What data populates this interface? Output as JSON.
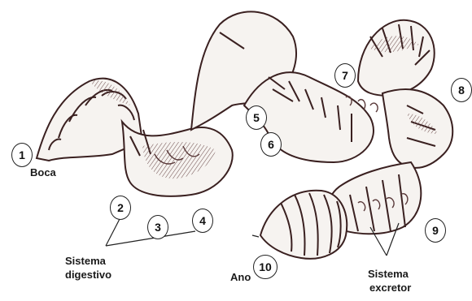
{
  "labels": {
    "boca": "Boca",
    "sistema_digestivo_1": "Sistema",
    "sistema_digestivo_2": "digestivo",
    "ano": "Ano",
    "sistema_excretor_1": "Sistema",
    "sistema_excretor_2": "excretor"
  },
  "markers": [
    "1",
    "2",
    "3",
    "4",
    "5",
    "6",
    "7",
    "8",
    "9",
    "10"
  ],
  "colors": {
    "ink": "#3a2020",
    "body_fill": "#f4f1ee",
    "shade": "#5a3a3a"
  }
}
